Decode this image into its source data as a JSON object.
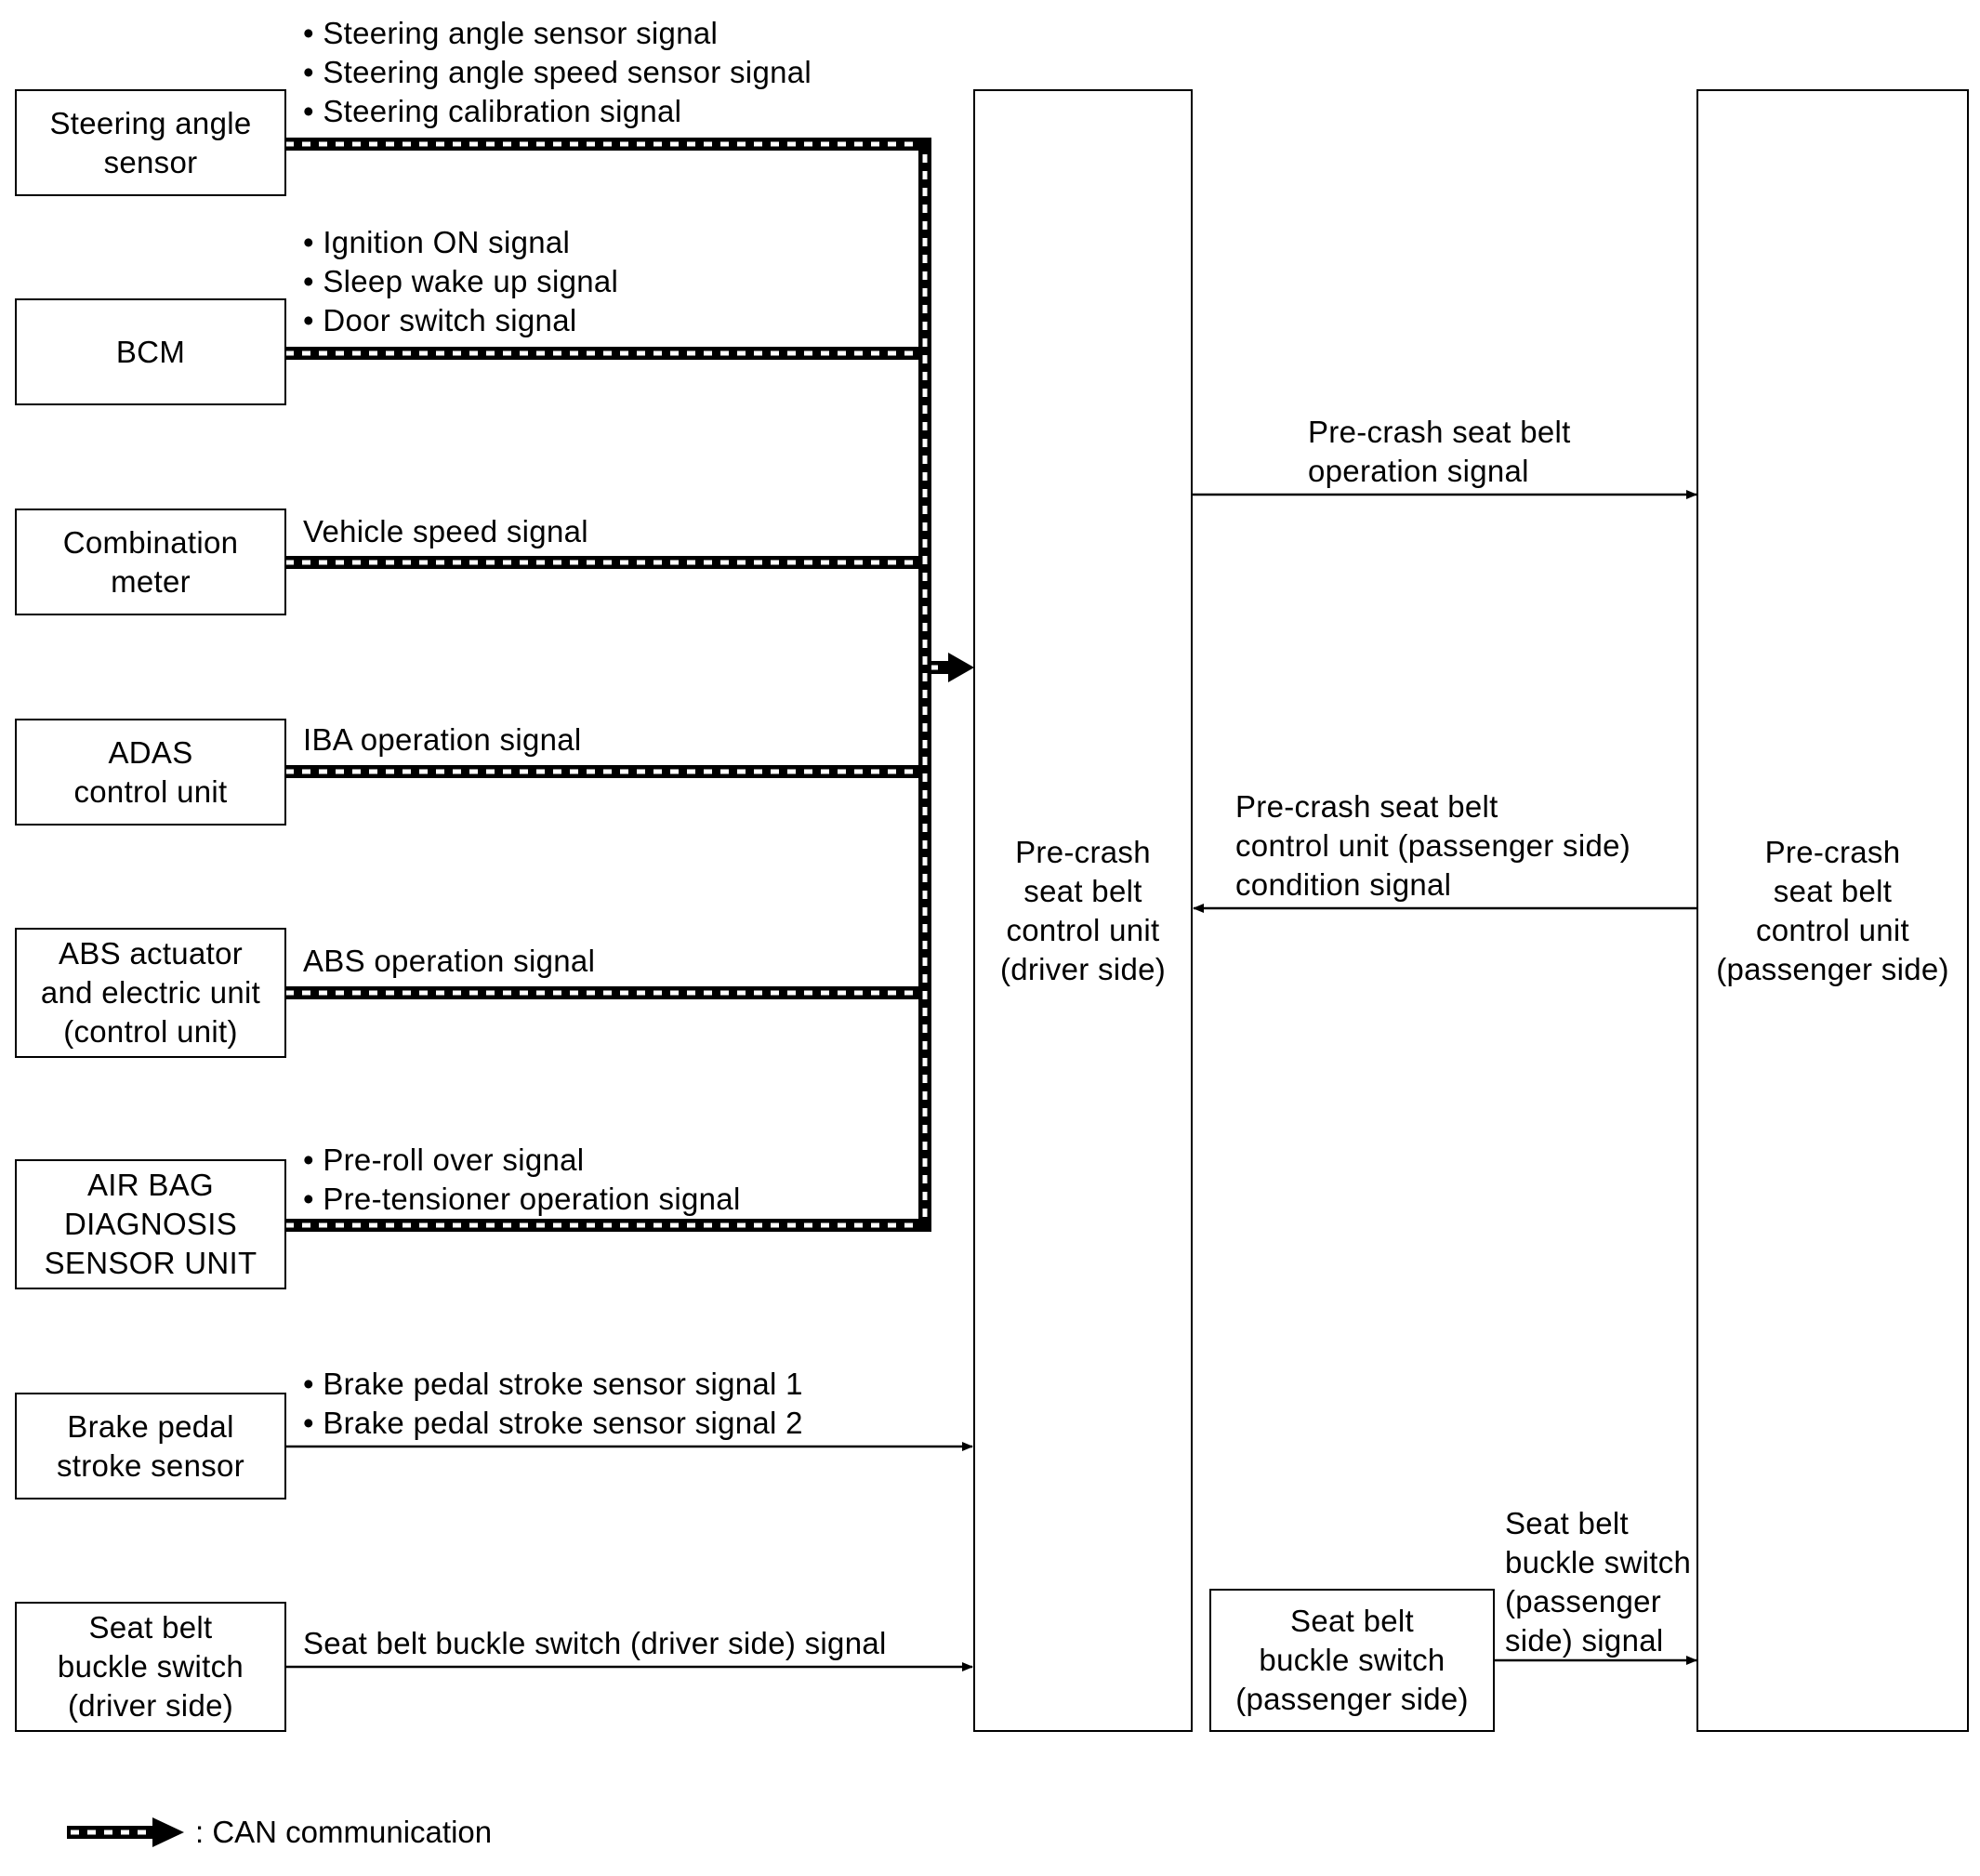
{
  "nodes": {
    "steering_angle_sensor": "Steering angle\nsensor",
    "bcm": "BCM",
    "combination_meter": "Combination\nmeter",
    "adas_control_unit": "ADAS\ncontrol unit",
    "abs_actuator": "ABS actuator\nand electric unit\n(control unit)",
    "air_bag_unit": "AIR BAG\nDIAGNOSIS\nSENSOR UNIT",
    "brake_pedal_sensor": "Brake pedal\nstroke sensor",
    "buckle_switch_driver": "Seat belt\nbuckle switch\n(driver side)",
    "control_unit_driver": "Pre-crash\nseat belt\ncontrol unit\n(driver side)",
    "buckle_switch_passenger": "Seat belt\nbuckle switch\n(passenger side)",
    "control_unit_passenger": "Pre-crash\nseat belt\ncontrol unit\n(passenger side)"
  },
  "signals": {
    "steering": [
      "• Steering angle sensor signal",
      "• Steering angle speed sensor signal",
      "• Steering calibration signal"
    ],
    "bcm": [
      "• Ignition ON signal",
      "• Sleep wake up signal",
      "• Door switch signal"
    ],
    "meter": "Vehicle speed signal",
    "adas": "IBA operation signal",
    "abs": "ABS operation signal",
    "airbag": [
      "• Pre-roll over signal",
      "• Pre-tensioner operation signal"
    ],
    "brake": [
      "• Brake pedal stroke sensor signal 1",
      "• Brake pedal stroke sensor signal 2"
    ],
    "buckle_driver": "Seat belt buckle switch (driver side) signal",
    "operation": "Pre-crash seat belt\noperation signal",
    "condition": "Pre-crash seat belt\ncontrol unit (passenger side)\ncondition signal",
    "buckle_passenger": "Seat belt\nbuckle switch\n(passenger\nside) signal"
  },
  "legend": {
    "label": ": CAN communication"
  }
}
